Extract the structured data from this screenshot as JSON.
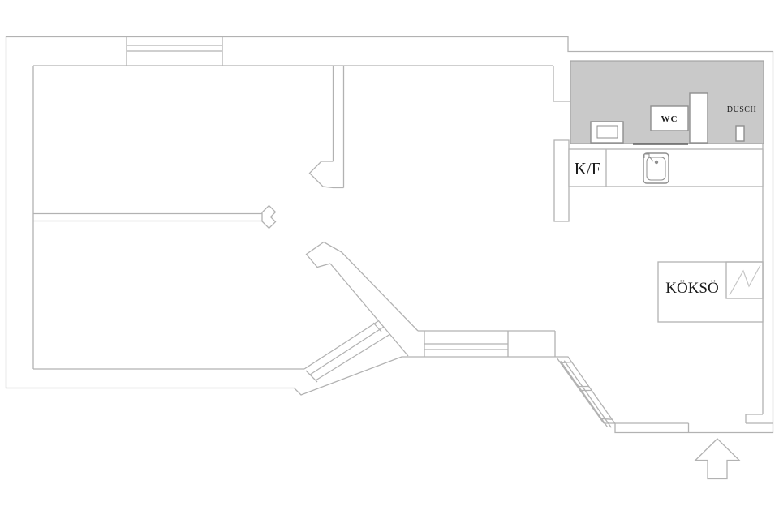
{
  "plan": {
    "type": "apartment-floor-plan",
    "labels": {
      "wc": "WC",
      "dusch": "DUSCH",
      "kf": "K/F",
      "kokso": "KÖKSÖ"
    },
    "icons": {
      "toilet": "toilet-icon",
      "sink": "kitchen-sink-icon",
      "stove": "stove-zigzag-icon",
      "shower_divider": "shower-divider",
      "entrance": "entrance-arrow-icon",
      "windows": "window-symbol"
    },
    "colors": {
      "background": "#ffffff",
      "wall_line": "#b2b2b2",
      "fixture_line": "#8f8f8f",
      "bathroom_fill": "#c9c9c9",
      "bathroom_stroke": "#a3a3a3",
      "zigzag_line": "#c5c5c5",
      "door_threshold": "#606060",
      "text": "#1c1c1c"
    }
  }
}
